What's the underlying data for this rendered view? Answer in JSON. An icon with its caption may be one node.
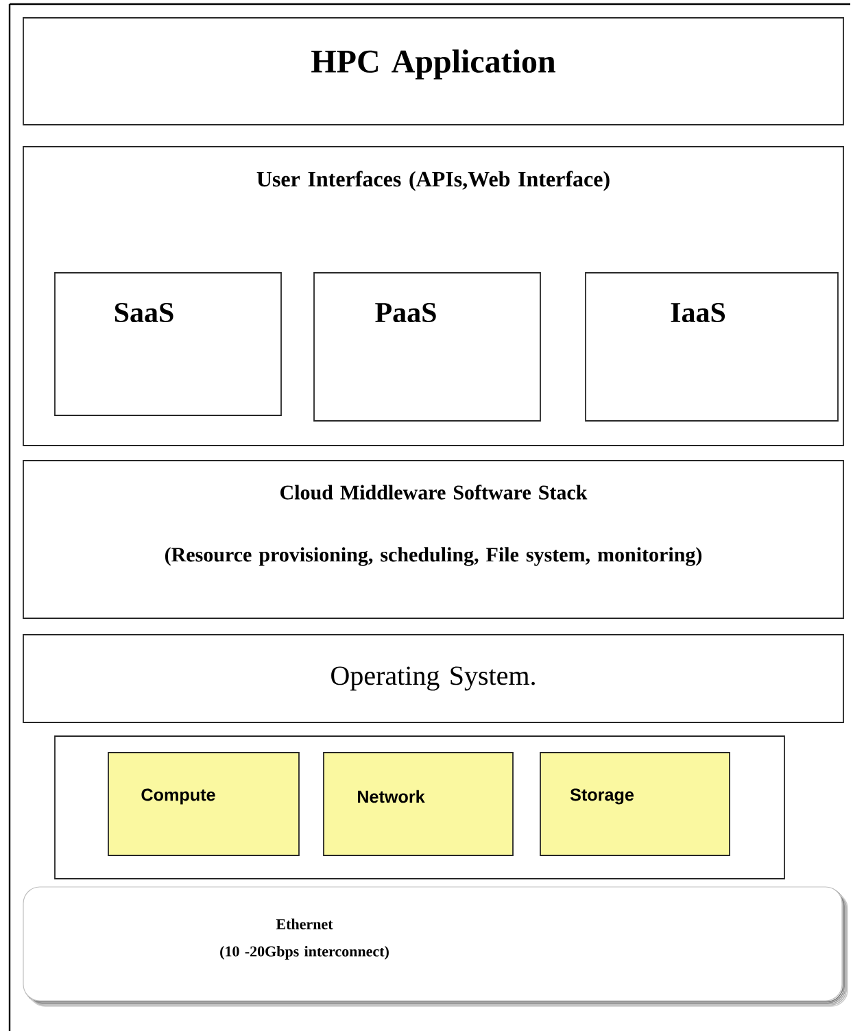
{
  "diagram": {
    "nodes": [
      {
        "text": [
          "HPC Application"
        ]
      },
      {
        "text": [
          "User Interfaces (APIs,Web Interface)"
        ]
      },
      {
        "text": [
          "SaaS"
        ],
        "in": 1
      },
      {
        "text": [
          "PaaS"
        ],
        "in": 1
      },
      {
        "text": [
          "IaaS"
        ],
        "in": 1
      },
      {
        "text": [
          "Cloud Middleware Software Stack",
          "(Resource provisioning, scheduling, File system, monitoring)"
        ]
      },
      {
        "text": [
          "Operating System."
        ]
      },
      {
        "text": [],
        "shape": "box"
      },
      {
        "text": [
          "Compute"
        ],
        "in": 7
      },
      {
        "text": [
          "Network"
        ],
        "in": 7
      },
      {
        "text": [
          "Storage"
        ],
        "in": 7
      },
      {
        "text": [
          "Ethernet",
          "(10 -20Gbps interconnect)"
        ]
      }
    ]
  }
}
